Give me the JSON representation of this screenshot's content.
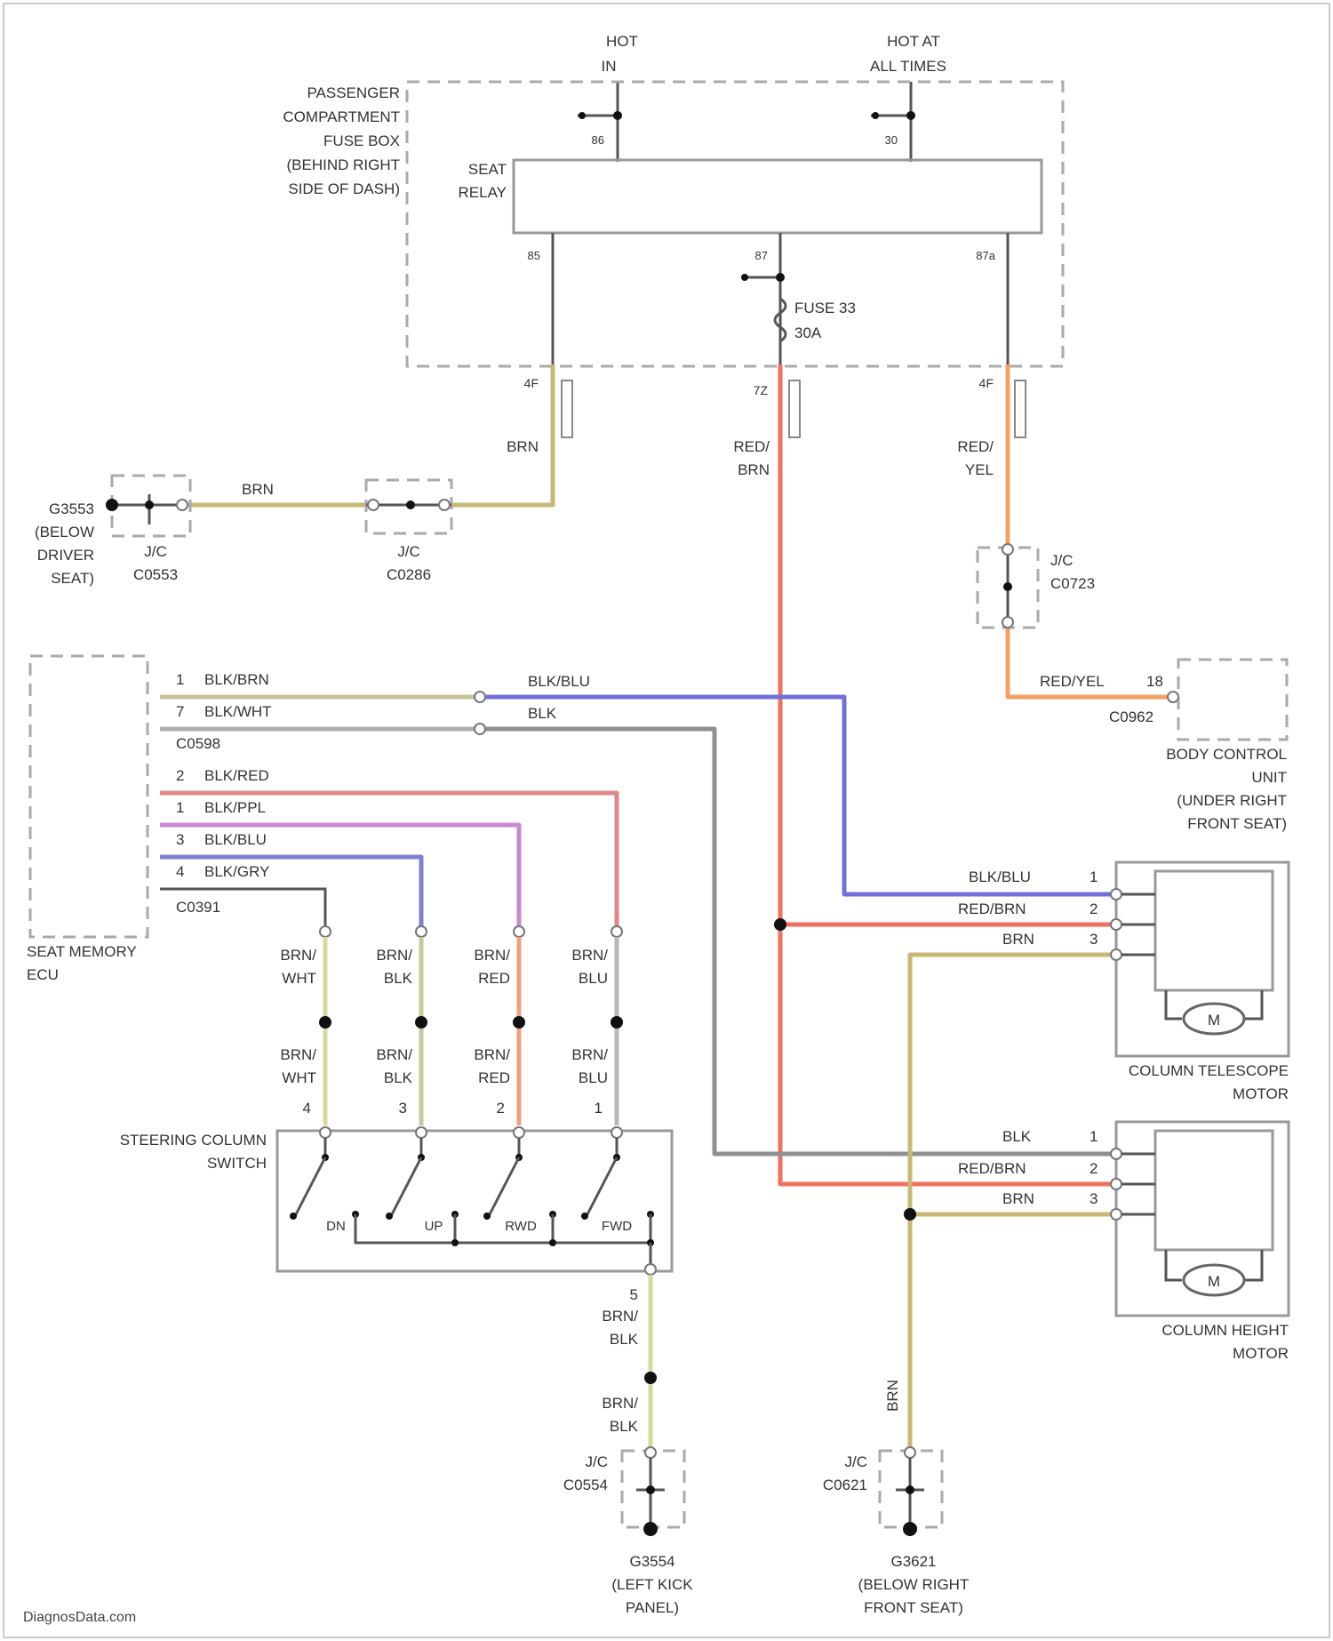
{
  "colors": {
    "brn": "#c8b874",
    "red": "#f07060",
    "red_yel": "#f5a060",
    "blue": "#7070d8",
    "gray": "#909090",
    "pink": "#e08888",
    "purple": "#c888d0",
    "light_yellow": "#d8d89a"
  },
  "top": {
    "hot_in_line1": "HOT",
    "hot_in_line2": "IN",
    "hot_at_line1": "HOT AT",
    "hot_at_line2": "ALL TIMES"
  },
  "fusebox": {
    "line1": "PASSENGER",
    "line2": "COMPARTMENT",
    "line3": "FUSE BOX",
    "line4": "(BEHIND RIGHT",
    "line5": "SIDE OF DASH)"
  },
  "relay": {
    "line1": "SEAT",
    "line2": "RELAY"
  },
  "fuse": {
    "line1": "FUSE 33",
    "line2": "30A"
  },
  "pins": {
    "relay_in_left": "86",
    "relay_in_right": "30",
    "relay_out_left": "85",
    "relay_out_mid": "87",
    "relay_out_right": "87a",
    "conn_left": "4F",
    "conn_mid": "7Z",
    "conn_right": "4F"
  },
  "wires": {
    "brn_vertical": "BRN",
    "brn_horizontal": "BRN",
    "red_brn_line1": "RED/",
    "red_brn_line2": "BRN",
    "red_yel_line1": "RED/",
    "red_yel_line2": "YEL",
    "red_yel_bcu": "RED/YEL",
    "bcu_pin": "18"
  },
  "ground_left": {
    "line1": "G3553",
    "line2": "(BELOW",
    "line3": "DRIVER",
    "line4": "SEAT)",
    "jc1_line1": "J/C",
    "jc1_line2": "C0553",
    "jc2_line1": "J/C",
    "jc2_line2": "C0286"
  },
  "jc_right": {
    "line1": "J/C",
    "line2": "C0723"
  },
  "bcu": {
    "conn": "C0962",
    "line1": "BODY CONTROL",
    "line2": "UNIT",
    "line3": "(UNDER RIGHT",
    "line4": "FRONT SEAT)"
  },
  "ecu": {
    "label_line1": "SEAT MEMORY",
    "label_line2": "ECU",
    "pins": [
      {
        "num": "1",
        "wire": "BLK/BRN"
      },
      {
        "num": "7",
        "wire": "BLK/WHT"
      },
      {
        "num": "",
        "wire": "C0598"
      },
      {
        "num": "2",
        "wire": "BLK/RED"
      },
      {
        "num": "1",
        "wire": "BLK/PPL"
      },
      {
        "num": "3",
        "wire": "BLK/BLU"
      },
      {
        "num": "4",
        "wire": "BLK/GRY"
      },
      {
        "num": "",
        "wire": "C0391"
      }
    ],
    "out_blk_blu": "BLK/BLU",
    "out_blk": "BLK"
  },
  "switch_wires": [
    {
      "line1": "BRN/",
      "line2": "WHT",
      "pin": "4"
    },
    {
      "line1": "BRN/",
      "line2": "BLK",
      "pin": "3"
    },
    {
      "line1": "BRN/",
      "line2": "RED",
      "pin": "2"
    },
    {
      "line1": "BRN/",
      "line2": "BLU",
      "pin": "1"
    }
  ],
  "switch": {
    "line1": "STEERING COLUMN",
    "line2": "SWITCH",
    "positions": [
      "DN",
      "UP",
      "RWD",
      "FWD"
    ],
    "out_pin": "5",
    "out_wire_line1": "BRN/",
    "out_wire_line2": "BLK"
  },
  "ground_bottom_left": {
    "jc_line1": "J/C",
    "jc_line2": "C0554",
    "g_line1": "G3554",
    "g_line2": "(LEFT KICK",
    "g_line3": "PANEL)"
  },
  "ground_bottom_right": {
    "wire": "BRN",
    "jc_line1": "J/C",
    "jc_line2": "C0621",
    "g_line1": "G3621",
    "g_line2": "(BELOW RIGHT",
    "g_line3": "FRONT SEAT)"
  },
  "telescope_motor": {
    "wires": [
      {
        "name": "BLK/BLU",
        "pin": "1"
      },
      {
        "name": "RED/BRN",
        "pin": "2"
      },
      {
        "name": "BRN",
        "pin": "3"
      }
    ],
    "symbol": "M",
    "line1": "COLUMN TELESCOPE",
    "line2": "MOTOR"
  },
  "height_motor": {
    "wires": [
      {
        "name": "BLK",
        "pin": "1"
      },
      {
        "name": "RED/BRN",
        "pin": "2"
      },
      {
        "name": "BRN",
        "pin": "3"
      }
    ],
    "symbol": "M",
    "line1": "COLUMN HEIGHT",
    "line2": "MOTOR"
  },
  "watermark": "DiagnosData.com"
}
